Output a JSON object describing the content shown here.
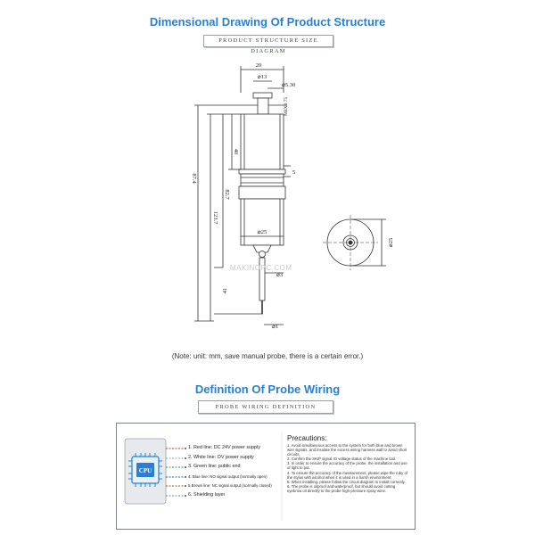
{
  "section1": {
    "title": "Dimensional Drawing Of Product Structure",
    "subtitle": "PRODUCT STRUCTURE SIZE DIAGRAM"
  },
  "drawing": {
    "dim_width": "20",
    "dim_stem": "⌀13",
    "dim_tip": "⌀5.30",
    "dim_thread": "M8X0.75",
    "dim_40": "40",
    "dim_5": "5",
    "dim_827": "82.7",
    "dim_874": "87.4",
    "dim_1237": "123.7",
    "dim_body": "⌀25",
    "dim_3": "⌀3",
    "dim_41": "41",
    "dim_1": "⌀1",
    "dim_end": "⌀25"
  },
  "watermark": "MAKINOPC.COM",
  "note": "(Note: unit: mm, save manual probe, there is a certain error.)",
  "section2": {
    "title": "Definition Of Probe Wiring",
    "subtitle": "PROBE WIRING DEFINITION"
  },
  "wiring": {
    "chip_label": "CPU",
    "lines": [
      "1. Red line: DC 24V power supply",
      "2. White line: OV power supply",
      "3. Green line: public end",
      "4. Blue line: NO signal output (normally open)",
      "5.Brown line: NC signal output (normally closed)",
      "6. Shielding layer"
    ],
    "colors": [
      "#d0342c",
      "#9aa0a6",
      "#2e9a3a",
      "#2a5fc0",
      "#8a5a2b",
      "#808080"
    ]
  },
  "precautions": {
    "title": "Precautions:",
    "items": [
      "1. Avoid simultaneous access to the system for both blue and brown wire signals, and insulate the excess wiring harness wall to avoid short circuits.",
      "2. Confirm the SKIP signal IO voltage status of the machine tool.",
      "3. In order to ensure the accuracy of the probe, the installation and use of light to put.",
      "4. To ensure the accuracy of the measurement, please wipe the ruby of the stylus with alcohol when it is used in a harsh environment.",
      "5. When installing, please follow the circuit diagram to install correctly.",
      "6. The probe is oilproof and waterproof, but should avoid cutting eyebrow oil directly to the probe high-pressure spray wine."
    ]
  }
}
